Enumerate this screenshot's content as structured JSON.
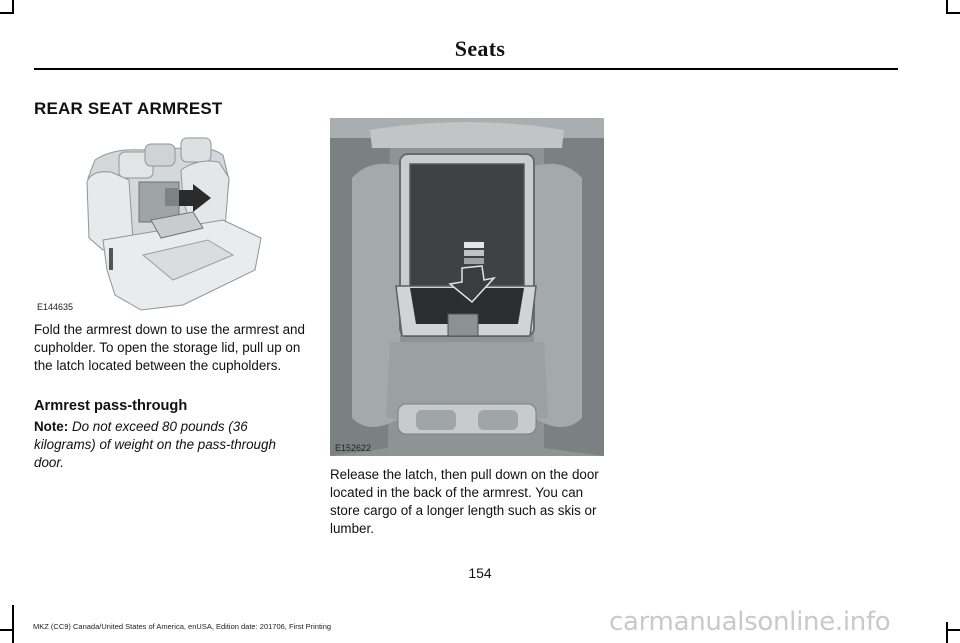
{
  "header": {
    "title": "Seats"
  },
  "section": {
    "heading": "REAR SEAT ARMREST"
  },
  "figures": {
    "seat": {
      "code": "E144635"
    },
    "armrest": {
      "code": "E152622"
    }
  },
  "paragraphs": {
    "fold": "Fold the armrest down to use the armrest and cupholder. To open the storage lid, pull up on the latch located between the cupholders.",
    "pass_through_heading": "Armrest pass-through",
    "note_label": "Note:",
    "note_text": "Do not exceed 80 pounds (36 kilograms) of weight on the pass-through door.",
    "release": "Release the latch, then pull down on the door located in the back of the armrest. You can store cargo of a longer length such as skis or lumber."
  },
  "footer": {
    "page_number": "154",
    "edition": "MKZ (CC9) Canada/United States of America, enUSA, Edition date: 201706, First Printing"
  },
  "watermark": "carmanualsonline.info"
}
